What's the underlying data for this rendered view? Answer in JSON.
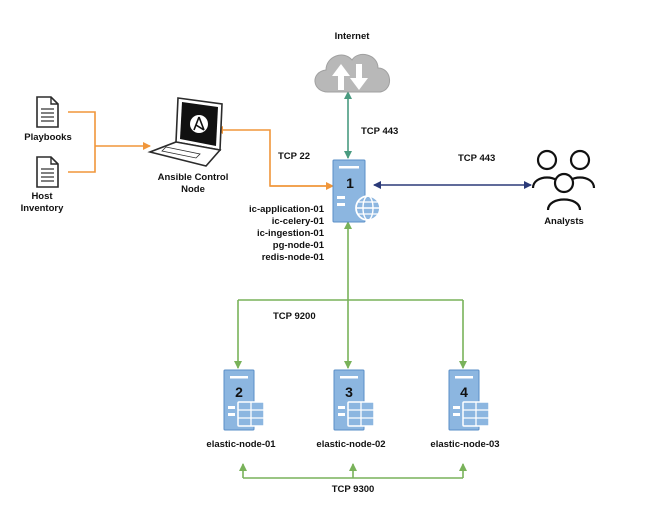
{
  "colors": {
    "orange": "#f0963a",
    "teal": "#4a9b80",
    "navy": "#2b3a78",
    "green": "#79b25a",
    "server": "#8cb6e0",
    "server_dark": "#5a8fc7",
    "cloud": "#b8b8b8"
  },
  "labels": {
    "internet": "Internet",
    "playbooks": "Playbooks",
    "host_inventory_1": "Host",
    "host_inventory_2": "Inventory",
    "ansible_1": "Ansible Control",
    "ansible_2": "Node",
    "analysts": "Analysts",
    "tcp_443_internet": "TCP 443",
    "tcp_443_analysts": "TCP 443",
    "tcp_22": "TCP 22",
    "tcp_9200": "TCP 9200",
    "tcp_9300": "TCP 9300"
  },
  "main_server": {
    "number": "1",
    "hosts": [
      "ic-application-01",
      "ic-celery-01",
      "ic-ingestion-01",
      "pg-node-01",
      "redis-node-01"
    ]
  },
  "elastic_nodes": [
    {
      "number": "2",
      "name": "elastic-node-01"
    },
    {
      "number": "3",
      "name": "elastic-node-02"
    },
    {
      "number": "4",
      "name": "elastic-node-03"
    }
  ]
}
